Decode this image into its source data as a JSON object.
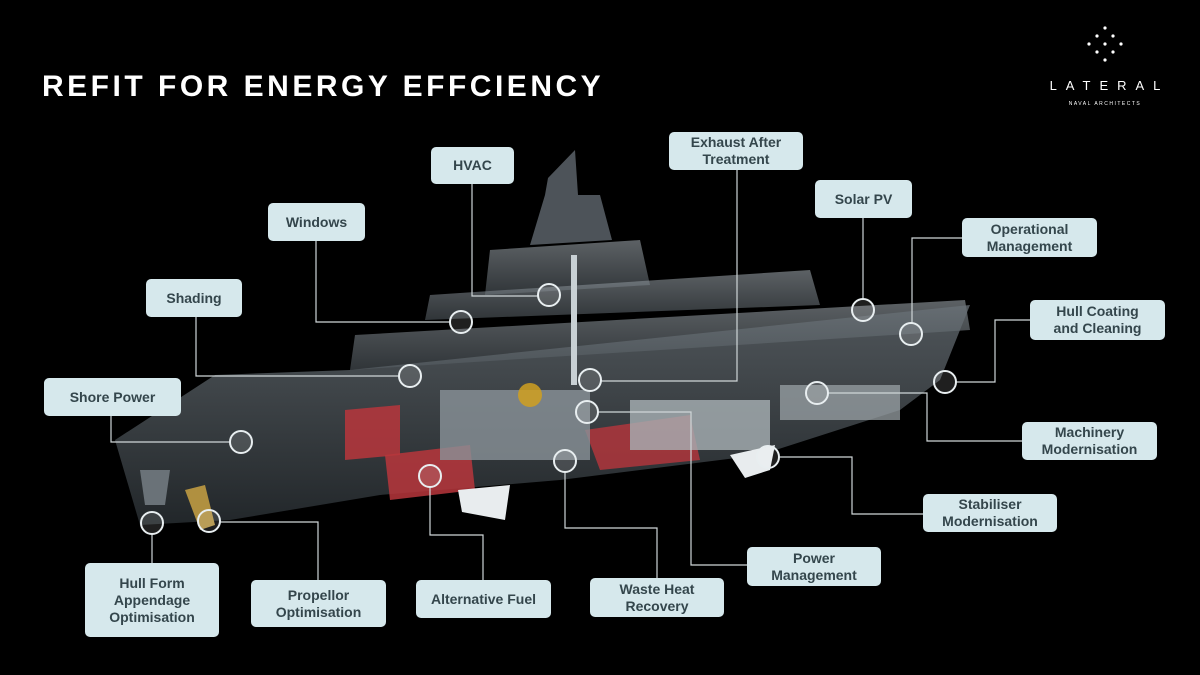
{
  "title": "REFIT FOR ENERGY EFFCIENCY",
  "logo": {
    "name": "LATERAL",
    "subtitle": "NAVAL ARCHITECTS"
  },
  "labels": {
    "hvac": "HVAC",
    "windows": "Windows",
    "exhaust": "Exhaust After Treatment",
    "solar": "Solar PV",
    "operational": "Operational Management",
    "shading": "Shading",
    "hull_coating": "Hull Coating and Cleaning",
    "shore_power": "Shore Power",
    "machinery": "Machinery Modernisation",
    "stabiliser": "Stabiliser Modernisation",
    "power_mgmt": "Power Management",
    "waste_heat": "Waste Heat Recovery",
    "alt_fuel": "Alternative Fuel",
    "propellor": "Propellor Optimisation",
    "hull_form": "Hull Form Appendage Optimisation"
  },
  "colors": {
    "label_bg": "#d6e8ec",
    "label_text": "#34464c",
    "hull": "#4a5258",
    "tank": "#b8363c"
  }
}
